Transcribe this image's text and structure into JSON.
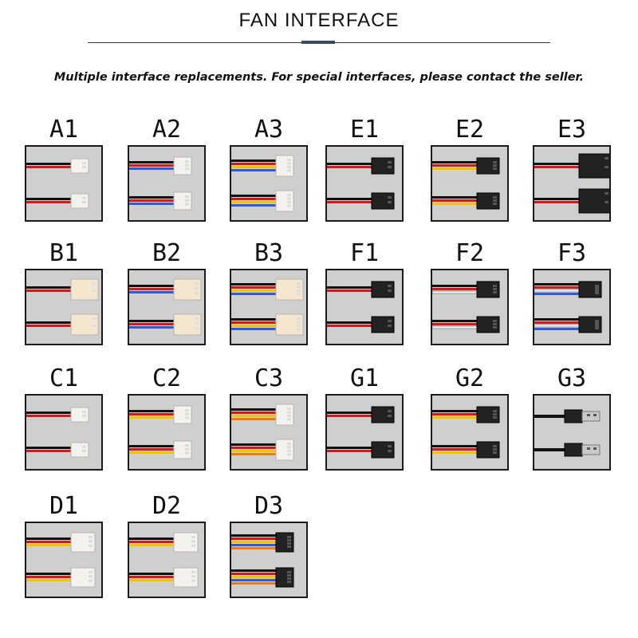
{
  "header": {
    "title": "FAN INTERFACE",
    "subtitle": "Multiple interface replacements. For special interfaces, please contact the seller."
  },
  "colors": {
    "photo_bg": "#cfcfcf",
    "frame": "#1b1b1b",
    "accent": "#3a4a63",
    "wire_red": "#d11a1a",
    "wire_black": "#111111",
    "wire_yellow": "#f2c400",
    "wire_blue": "#2f5bd9",
    "wire_white": "#f2f2f2",
    "wire_orange": "#f07a12",
    "connector_white": "#f4f2ee",
    "connector_cream": "#f4e6cf",
    "connector_black": "#222222"
  },
  "connectors": [
    {
      "label": "A1",
      "wires": [
        "black",
        "red"
      ],
      "style": "white-small"
    },
    {
      "label": "A2",
      "wires": [
        "black",
        "red",
        "blue"
      ],
      "style": "white-small"
    },
    {
      "label": "A3",
      "wires": [
        "black",
        "red",
        "yellow",
        "blue"
      ],
      "style": "white-small"
    },
    {
      "label": "E1",
      "wires": [
        "black",
        "red"
      ],
      "style": "black"
    },
    {
      "label": "E2",
      "wires": [
        "black",
        "red",
        "yellow"
      ],
      "style": "black"
    },
    {
      "label": "E3",
      "wires": [
        "black",
        "red"
      ],
      "style": "black-big"
    },
    {
      "label": "B1",
      "wires": [
        "black",
        "red"
      ],
      "style": "cream"
    },
    {
      "label": "B2",
      "wires": [
        "black",
        "red",
        "blue"
      ],
      "style": "cream"
    },
    {
      "label": "B3",
      "wires": [
        "black",
        "red",
        "yellow",
        "blue"
      ],
      "style": "cream"
    },
    {
      "label": "F1",
      "wires": [
        "black",
        "red"
      ],
      "style": "black"
    },
    {
      "label": "F2",
      "wires": [
        "black",
        "red",
        "white"
      ],
      "style": "black"
    },
    {
      "label": "F3",
      "wires": [
        "black",
        "red",
        "white",
        "blue"
      ],
      "style": "black"
    },
    {
      "label": "C1",
      "wires": [
        "black",
        "red"
      ],
      "style": "white-small"
    },
    {
      "label": "C2",
      "wires": [
        "black",
        "red",
        "yellow"
      ],
      "style": "white-small"
    },
    {
      "label": "C3",
      "wires": [
        "black",
        "red",
        "yellow",
        "orange"
      ],
      "style": "white-small"
    },
    {
      "label": "G1",
      "wires": [
        "black",
        "red"
      ],
      "style": "black"
    },
    {
      "label": "G2",
      "wires": [
        "black",
        "red",
        "yellow"
      ],
      "style": "black"
    },
    {
      "label": "G3",
      "wires": [
        "black"
      ],
      "style": "usb"
    },
    {
      "label": "D1",
      "wires": [
        "black",
        "red",
        "yellow"
      ],
      "style": "molex"
    },
    {
      "label": "D2",
      "wires": [
        "black",
        "red",
        "yellow"
      ],
      "style": "molex"
    },
    {
      "label": "D3",
      "wires": [
        "black",
        "red",
        "yellow",
        "blue",
        "orange"
      ],
      "style": "black-6pin"
    }
  ]
}
